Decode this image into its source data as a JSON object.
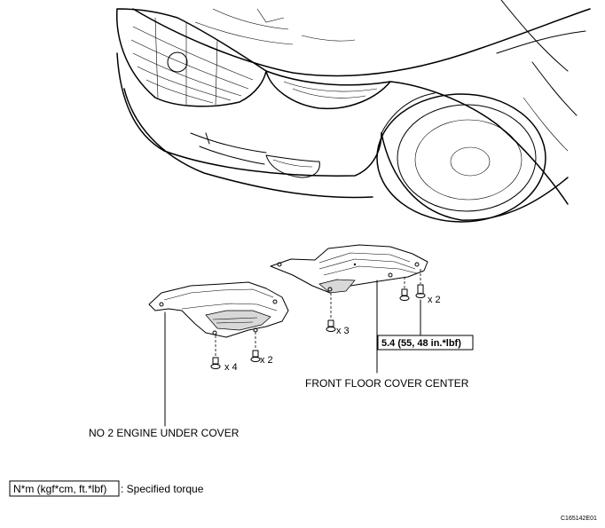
{
  "labels": {
    "no2_engine_under_cover": "NO  2 ENGINE UNDER COVER",
    "front_floor_cover_center": "FRONT FLOOR COVER CENTER",
    "torque_value": "5.4 (55, 48 in.*lbf)",
    "qty_x4": "x 4",
    "qty_x2_left": "x 2",
    "qty_x3": "x 3",
    "qty_x2_right": "x 2"
  },
  "legend": {
    "unit": "N*m (kgf*cm, ft.*lbf)",
    "description": ": Specified torque"
  },
  "figure_code": "C165142E01"
}
